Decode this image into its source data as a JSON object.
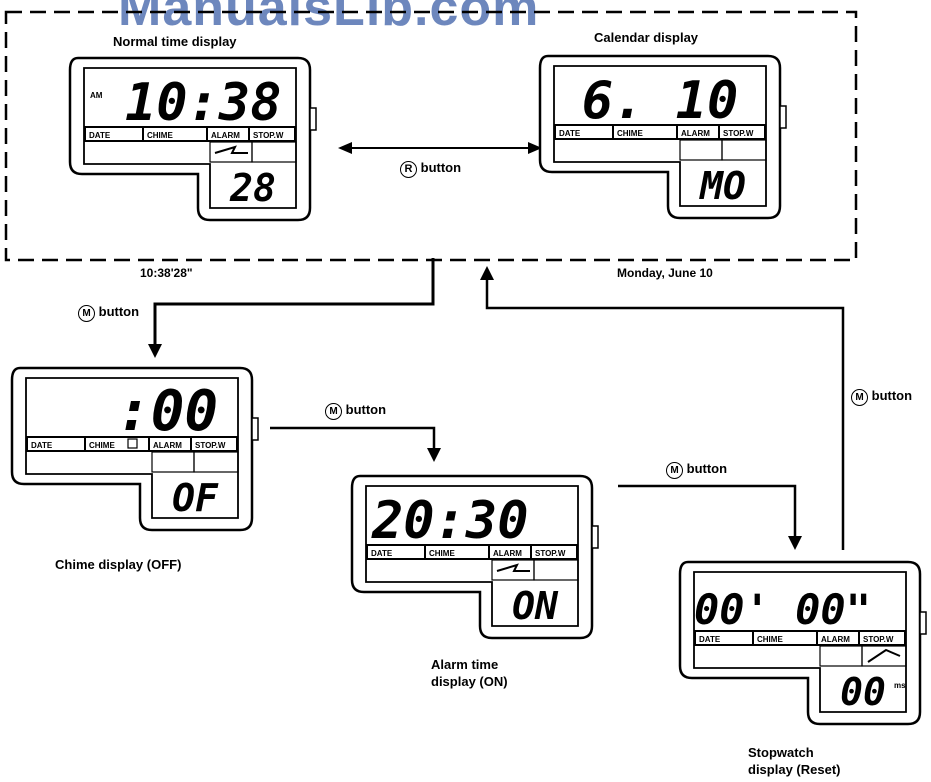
{
  "watermark": "ManualsLib.com",
  "top": {
    "normal_title": "Normal time display",
    "calendar_title": "Calendar display",
    "time_caption": "10:38'28\"",
    "date_caption": "Monday, June 10"
  },
  "buttons": {
    "r_letter": "R",
    "m_letter": "M",
    "word": "button"
  },
  "watches": {
    "normal": {
      "am": "AM",
      "main": "10:38",
      "lower": "28"
    },
    "calendar": {
      "main": "6. 10",
      "lower": "MO"
    },
    "chime": {
      "main": ":00",
      "lower": "OF"
    },
    "alarm": {
      "main": "20:30",
      "lower": "ON"
    },
    "stopwatch": {
      "main": "00' 00\"",
      "lower": "00",
      "small": "ms"
    }
  },
  "segments": {
    "date": "DATE",
    "chime": "CHIME",
    "alarm": "ALARM",
    "stopw": "STOP.W"
  },
  "captions": {
    "chime": "Chime display (OFF)",
    "alarm_1": "Alarm time",
    "alarm_2": "display (ON)",
    "stop_1": "Stopwatch",
    "stop_2": "display (Reset)"
  }
}
